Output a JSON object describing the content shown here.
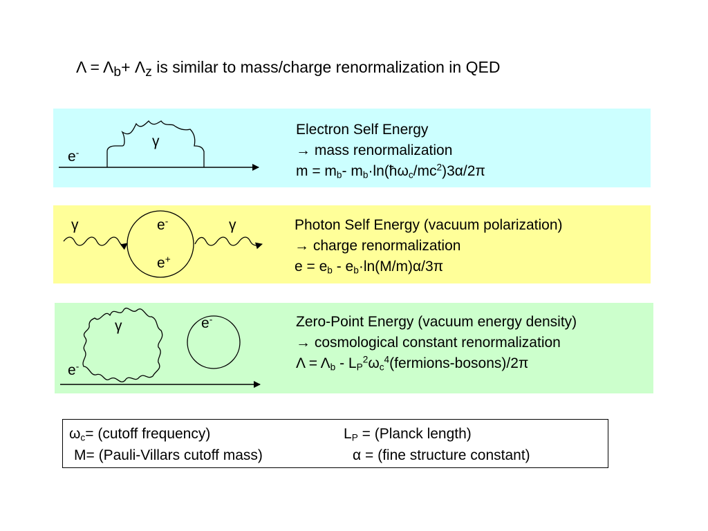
{
  "title": {
    "lambda1": "Λ = Λ",
    "sub_b": "b",
    "plus": "+ Λ",
    "sub_z": "z",
    "rest": " is similar to mass/charge renormalization in QED"
  },
  "colors": {
    "electron_self_energy": "#ccffff",
    "photon_self_energy": "#ffff99",
    "zero_point_energy": "#ccffcc"
  },
  "electron_self_energy": {
    "diagram": {
      "electron_label": "e",
      "electron_sup": "-",
      "photon_label": "γ"
    },
    "line1": "Electron Self Energy",
    "line2": "→ mass renormalization",
    "line3": {
      "a": "m = m",
      "sub1": "b",
      "b": "- m",
      "sub2": "b",
      "c": "·ln(ħω",
      "sub3": "c",
      "d": "/mc",
      "sup1": "2",
      "e": ")3α/2π"
    }
  },
  "photon_self_energy": {
    "diagram": {
      "photon_in_label": "γ",
      "photon_out_label": "γ",
      "electron_label": "e",
      "electron_sup": "-",
      "positron_label": "e",
      "positron_sup": "+"
    },
    "line1": "Photon Self Energy (vacuum polarization)",
    "line2": "→ charge renormalization",
    "line3": {
      "a": "e = e",
      "sub1": "b",
      "b": " - e",
      "sub2": "b",
      "c": "·ln(M/m)α/3π"
    }
  },
  "zero_point_energy": {
    "diagram": {
      "photon_label": "γ",
      "loop_electron_label": "e",
      "loop_electron_sup": "-",
      "electron_label": "e",
      "electron_sup": "-"
    },
    "line1": "Zero-Point Energy (vacuum energy density)",
    "line2": "→ cosmological constant renormalization",
    "line3": {
      "a": "Λ = Λ",
      "sub1": "b",
      "b": " - L",
      "sub2": "P",
      "sup1": "2",
      "c": "ω",
      "sub3": "c",
      "sup2": "4",
      "d": "(fermions-bosons)/2π"
    }
  },
  "legend": {
    "omega": {
      "a": "ω",
      "sub": "c",
      "b": "= (cutoff frequency)"
    },
    "lp": {
      "a": "L",
      "sub": "P",
      "b": " = (Planck length)"
    },
    "m": "M= (Pauli-Villars cutoff mass)",
    "alpha": "α = (fine structure constant)"
  }
}
